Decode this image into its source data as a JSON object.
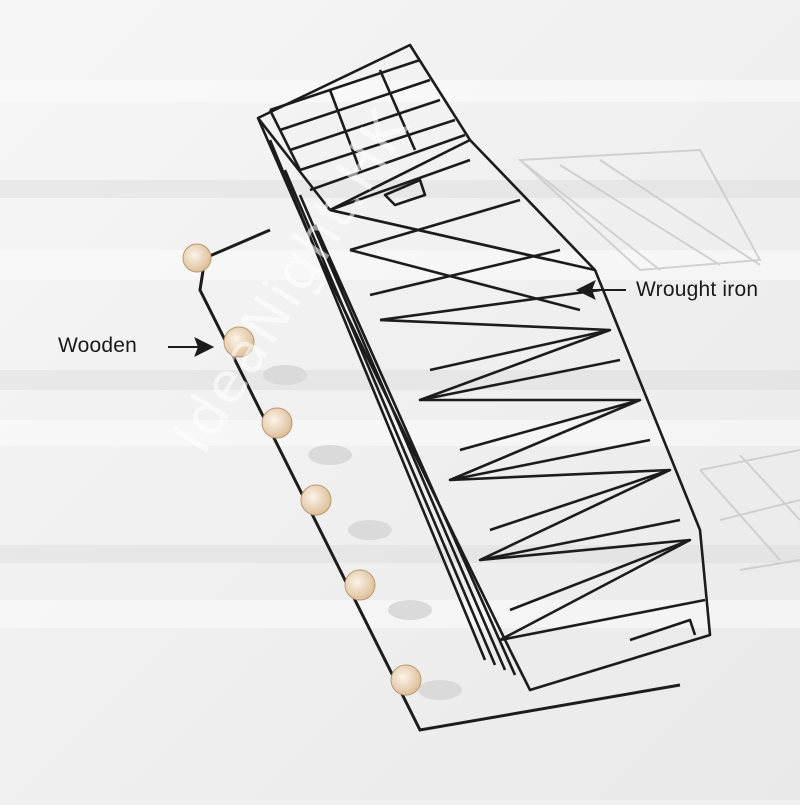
{
  "annotations": {
    "wooden_label": "Wooden",
    "iron_label": "Wrought iron"
  },
  "watermark": {
    "text": "IdeaNight.HK"
  },
  "colors": {
    "background": "#f1f1f1",
    "wire": "#1c1c1c",
    "wood": "#e8cfae"
  },
  "icons": {
    "arrow": "arrow-right-icon"
  },
  "peg_count": 6
}
